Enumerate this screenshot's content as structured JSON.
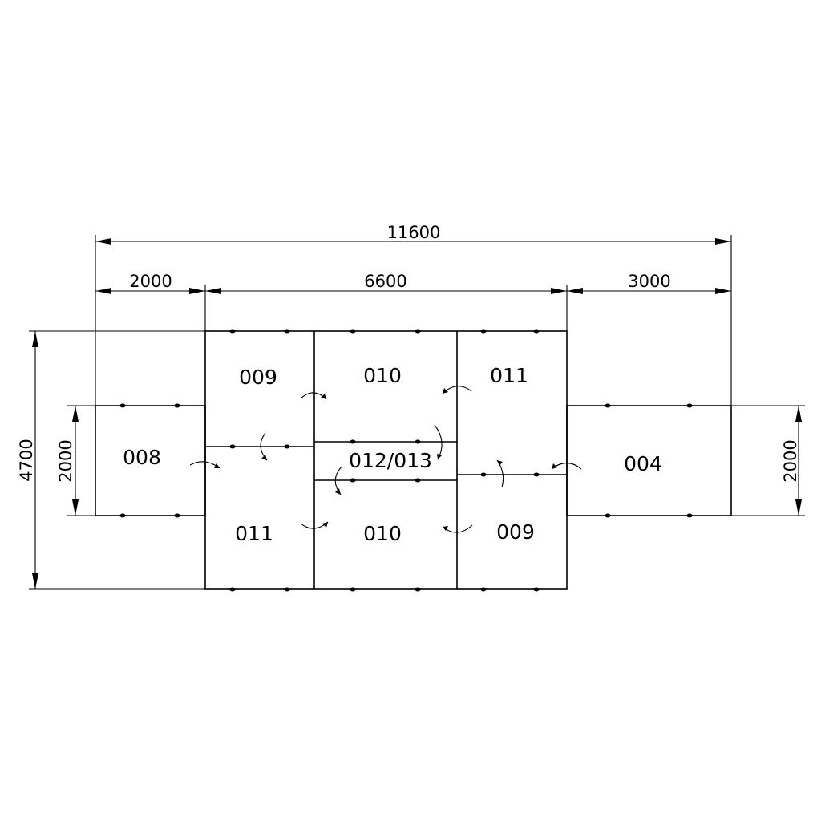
{
  "dimensions": {
    "overall_width": "11600",
    "left_width": "2000",
    "center_width": "6600",
    "right_width": "3000",
    "overall_height": "4700",
    "left_height": "2000",
    "right_height": "2000"
  },
  "rooms": {
    "r008": "008",
    "r009_top": "009",
    "r010_top": "010",
    "r011_top": "011",
    "r012_013": "012/013",
    "r011_bottom": "011",
    "r010_bottom": "010",
    "r009_bottom": "009",
    "r004": "004"
  }
}
